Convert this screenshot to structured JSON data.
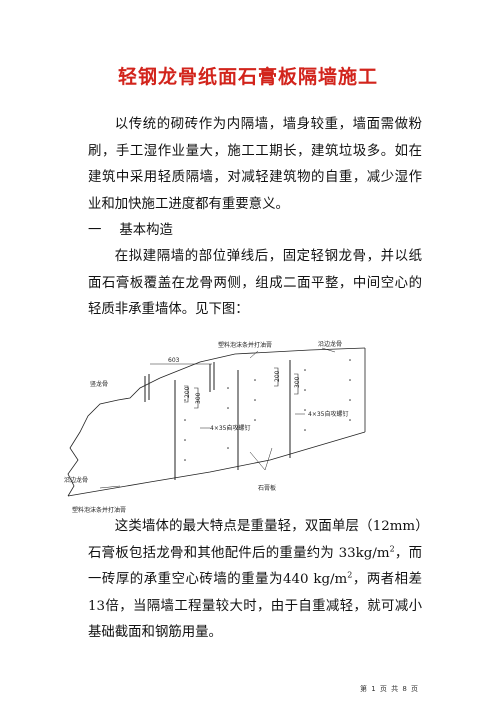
{
  "title": "轻钢龙骨纸面石膏板隔墙施工",
  "intro": "以传统的砌砖作为内隔墙，墙身较重，墙面需做粉刷，手工湿作业量大，施工工期长，建筑垃圾多。如在建筑中采用轻质隔墙，对减轻建筑物的自重，减少湿作业和加快施工进度都有重要意义。",
  "section1": {
    "number": "一",
    "label": "基本构造"
  },
  "construction_text": "在拟建隔墙的部位弹线后，固定轻钢龙骨，并以纸面石膏板覆盖在龙骨两侧，组成二面平整，中间空心的轻质非承重墙体。见下图：",
  "diagram": {
    "label_top_foam": "塑料泡沫条并打油膏",
    "label_top_track": "沿边龙骨",
    "label_dim_603": "603",
    "label_vertical_stud": "竖龙骨",
    "label_dim_200a": "200",
    "label_dim_300a": "300",
    "label_dim_200b": "200",
    "label_dim_300b": "300",
    "label_screw_a": "4×35自攻螺钉",
    "label_screw_b": "4×35自攻螺钉",
    "label_bottom_track": "沿边龙骨",
    "label_gypsum": "石膏板",
    "label_bottom_foam": "塑料泡沫条并打油膏"
  },
  "feature_text_a": "这类墙体的最大特点是重量轻，双面单层（12mm）石膏板包括龙骨和其他配件后的重量约为 33kg/m",
  "feature_text_b": "，而一砖厚的承重空心砖墙的重量为440 kg/m",
  "feature_text_c": "，两者相差13倍，当隔墙工程量较大时，由于自重减轻，就可减小基础截面和钢筋用量。",
  "sup_a": "2",
  "sup_b": "2",
  "footer": "第 1 页 共 8 页"
}
